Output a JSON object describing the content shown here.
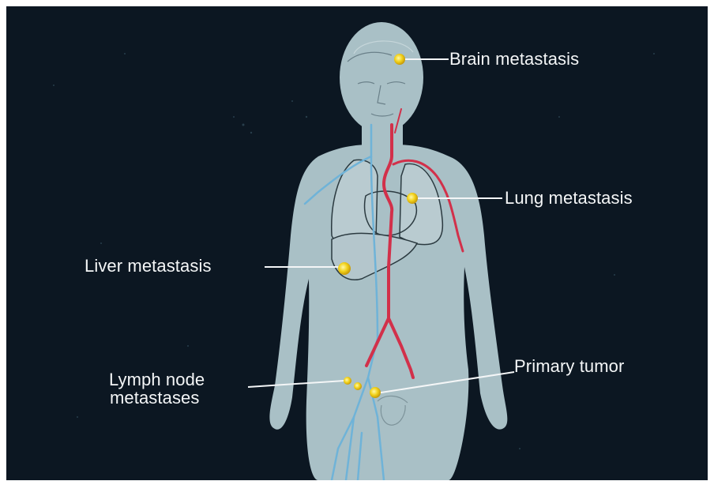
{
  "labels": {
    "brain": "Brain metastasis",
    "lung": "Lung metastasis",
    "liver": "Liver metastasis",
    "lymph_line1": "Lymph node",
    "lymph_line2": "metastases",
    "primary": "Primary tumor"
  },
  "colors": {
    "background": "#0c1722",
    "body": "#a9c0c6",
    "artery": "#d2304a",
    "vein": "#6fb3d8",
    "tumor": "#f2d21b",
    "label_text": "#f4f6f7"
  }
}
